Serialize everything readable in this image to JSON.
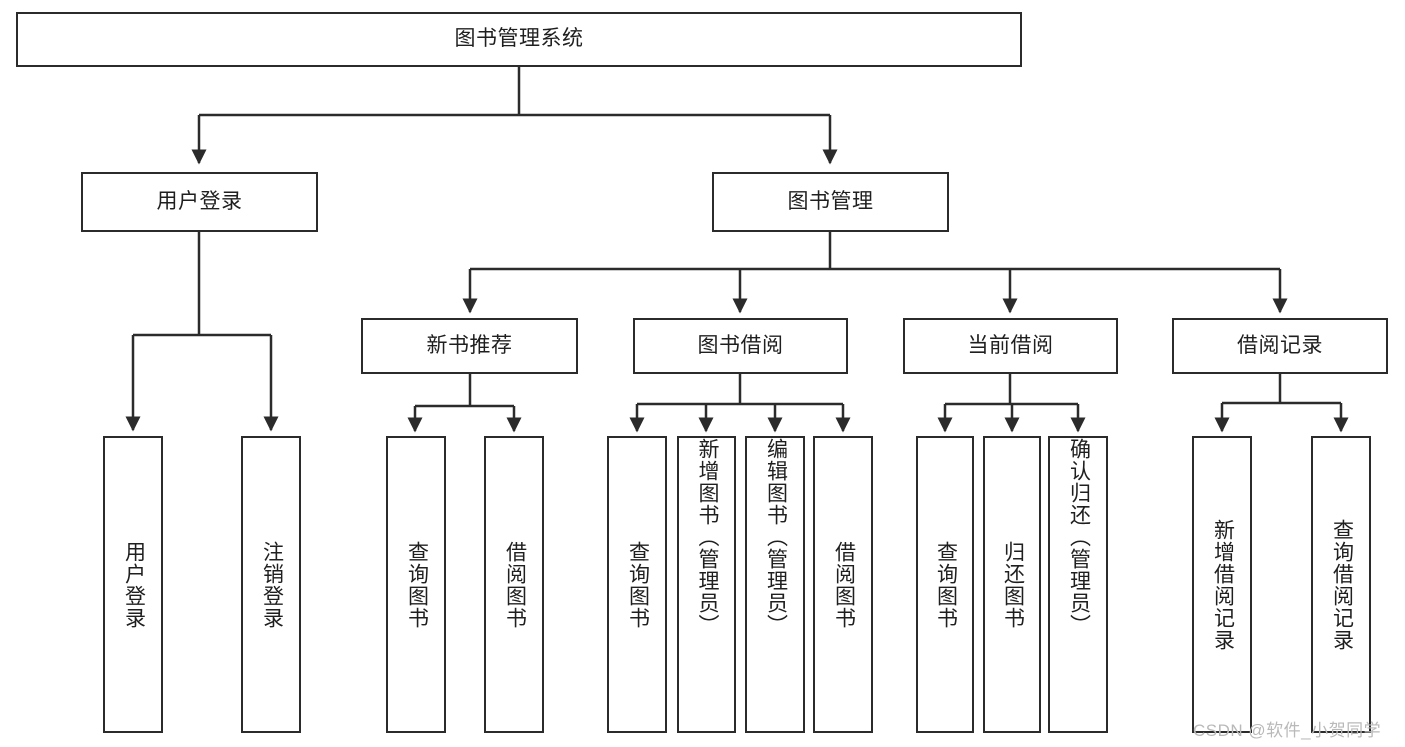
{
  "diagram": {
    "title": "图书管理系统",
    "type": "tree-hierarchy-chart",
    "colors": {
      "box_border": "#2b2b2b",
      "box_fill": "#ffffff",
      "connector": "#2b2b2b",
      "text": "#1f1f1f",
      "background": "#ffffff",
      "watermark": "#b9b9b9"
    },
    "root": {
      "label": "图书管理系统"
    },
    "level1": [
      {
        "label": "用户登录"
      },
      {
        "label": "图书管理"
      }
    ],
    "level2": [
      {
        "label": "新书推荐"
      },
      {
        "label": "图书借阅"
      },
      {
        "label": "当前借阅"
      },
      {
        "label": "借阅记录"
      }
    ],
    "leaves": {
      "user_login": [
        {
          "label": "用户登录"
        },
        {
          "label": "注销登录"
        }
      ],
      "new_book_recommend": [
        {
          "label": "查询图书"
        },
        {
          "label": "借阅图书"
        }
      ],
      "book_borrow": [
        {
          "label": "查询图书"
        },
        {
          "label": "新增图书（管理员）"
        },
        {
          "label": "编辑图书（管理员）"
        },
        {
          "label": "借阅图书"
        }
      ],
      "current_borrow": [
        {
          "label": "查询图书"
        },
        {
          "label": "归还图书"
        },
        {
          "label": "确认归还（管理员）"
        }
      ],
      "borrow_record": [
        {
          "label": "新增借阅记录"
        },
        {
          "label": "查询借阅记录"
        }
      ]
    },
    "watermark": "CSDN @软件_小贺同学"
  }
}
